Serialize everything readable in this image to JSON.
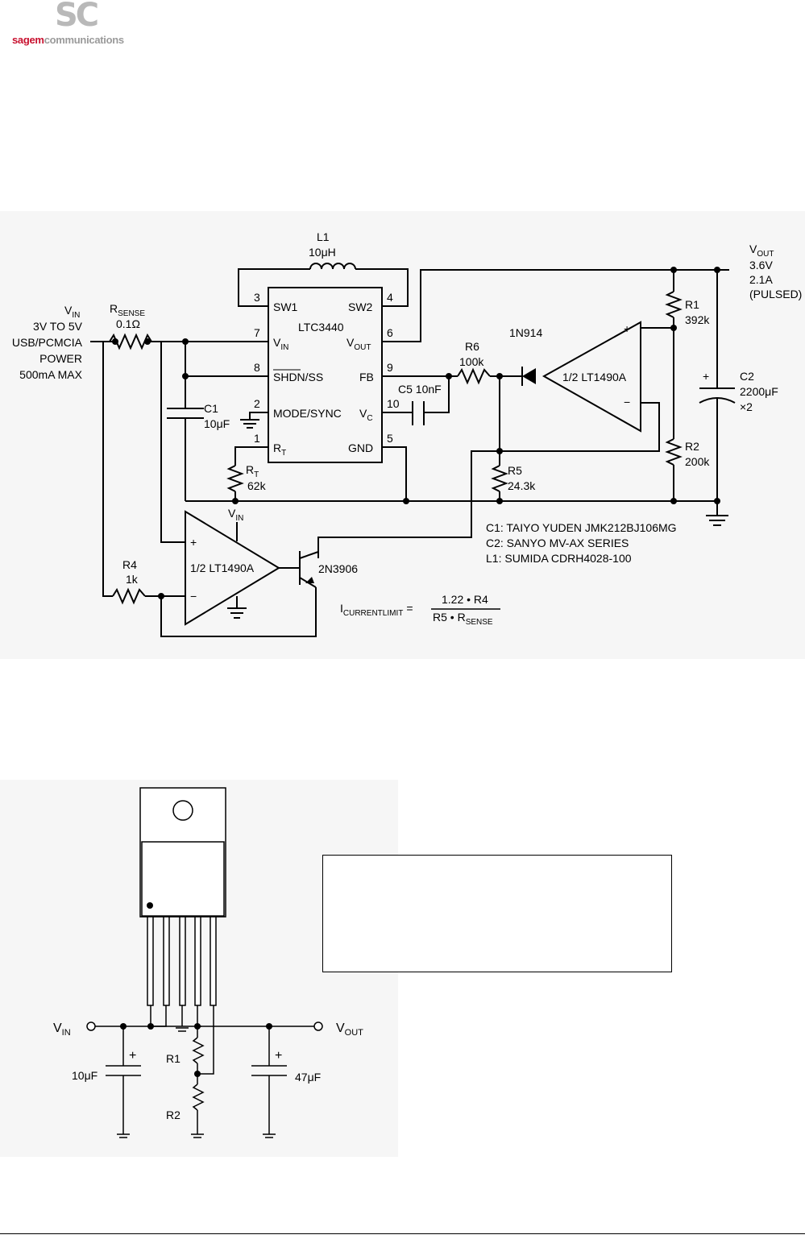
{
  "logo": {
    "mark": "SC",
    "brand_part1": "sagem",
    "brand_part2": "communications"
  },
  "schematic1": {
    "vin": {
      "label": "V",
      "sub": "IN",
      "lines": [
        "3V TO 5V",
        "USB/PCMCIA",
        "POWER",
        "500mA MAX"
      ]
    },
    "rsense": {
      "name": "R",
      "sub": "SENSE",
      "value": "0.1Ω"
    },
    "l1": {
      "name": "L1",
      "value": "10μH"
    },
    "ic": {
      "name": "LTC3440",
      "pins_left": [
        "SW1",
        "V",
        "SHDN/SS",
        "MODE/SYNC",
        "R"
      ],
      "pins_left_sub": [
        "",
        "IN",
        "",
        "",
        "T"
      ],
      "pins_right": [
        "SW2",
        "V",
        "FB",
        "V",
        "GND"
      ],
      "pins_right_sub": [
        "",
        "OUT",
        "",
        "C",
        ""
      ],
      "pin_numbers_left": [
        "3",
        "7",
        "8",
        "2",
        "1"
      ],
      "pin_numbers_right": [
        "4",
        "6",
        "9",
        "10",
        "5"
      ]
    },
    "c1": {
      "name": "C1",
      "value": "10μF"
    },
    "rt": {
      "name": "R",
      "sub": "T",
      "value": "62k"
    },
    "c5": {
      "label": "C5 10nF"
    },
    "r6": {
      "name": "R6",
      "value": "100k"
    },
    "diode": {
      "name": "1N914"
    },
    "opamp_top": {
      "name": "1/2 LT1490A",
      "plus": "+",
      "minus": "−"
    },
    "r1": {
      "name": "R1",
      "value": "392k"
    },
    "r2": {
      "name": "R2",
      "value": "200k"
    },
    "r5": {
      "name": "R5",
      "value": "24.3k"
    },
    "c2": {
      "name": "C2",
      "value": "2200μF",
      "mult": "×2",
      "plus": "+"
    },
    "vout": {
      "label": "V",
      "sub": "OUT",
      "lines": [
        "3.6V",
        "2.1A",
        "(PULSED)"
      ]
    },
    "opamp_bottom": {
      "name": "1/2 LT1490A",
      "plus": "+",
      "minus": "−",
      "supply": "V",
      "supply_sub": "IN"
    },
    "r4": {
      "name": "R4",
      "value": "1k"
    },
    "transistor": {
      "name": "2N3906"
    },
    "notes": [
      "C1: TAIYO YUDEN JMK212BJ106MG",
      "C2: SANYO MV-AX SERIES",
      "L1: SUMIDA CDRH4028-100"
    ],
    "formula": {
      "lhs": "I",
      "lhs_sub": "CURRENTLIMIT",
      "eq": "=",
      "numerator": "1.22 • R4",
      "denominator": "R5 • R",
      "denominator_sub": "SENSE"
    }
  },
  "schematic2": {
    "vin": {
      "label": "V",
      "sub": "IN"
    },
    "vout": {
      "label": "V",
      "sub": "OUT"
    },
    "r1": "R1",
    "r2": "R2",
    "cin": "10μF",
    "cout": "47μF",
    "plus": "+"
  }
}
